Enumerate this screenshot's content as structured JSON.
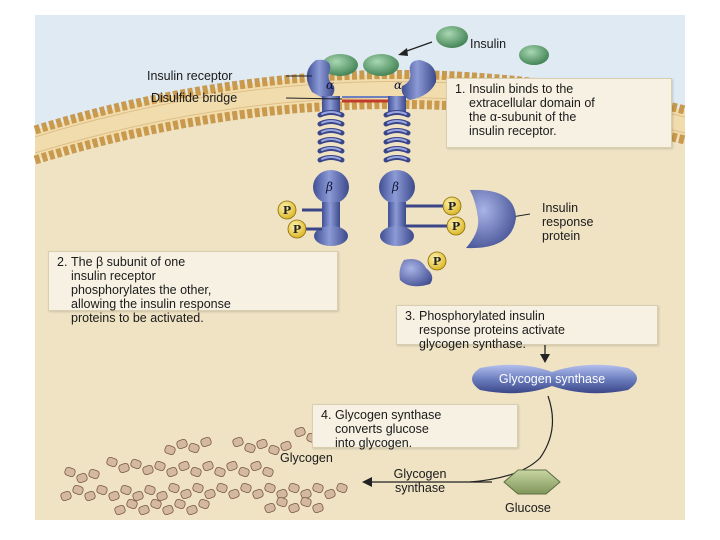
{
  "labels": {
    "insulin": "Insulin",
    "insulin_receptor": "Insulin receptor",
    "disulfide_bridge": "Disulfide bridge",
    "alpha": "α",
    "beta": "β",
    "phosphate": "P",
    "insulin_response_protein": "Insulin\nresponse\nprotein",
    "glycogen_synthase_enzyme": "Glycogen synthase",
    "glycogen": "Glycogen",
    "glycogen_synthase_arrow": "Glycogen\nsynthase",
    "glucose": "Glucose"
  },
  "steps": [
    {
      "num": "1.",
      "text": "Insulin binds to the\nextracellular domain of\nthe α-subunit of the\ninsulin receptor."
    },
    {
      "num": "2.",
      "text": "The β subunit of one\ninsulin receptor\nphosphorylates the other,\nallowing the insulin response\nproteins to be activated."
    },
    {
      "num": "3.",
      "text": "Phosphorylated insulin\nresponse proteins activate\nglycogen synthase."
    },
    {
      "num": "4.",
      "text": "Glycogen synthase\nconverts glucose\ninto glycogen."
    }
  ],
  "colors": {
    "extracellular": "#dfeaf3",
    "cytoplasm": "#efe3c4",
    "membrane": "#e0b86a",
    "receptor": "#6d7fbf",
    "insulin": "#5fa06e",
    "phosphate": "#f2d34a",
    "glycogen_unit": "#d4b9a0"
  }
}
